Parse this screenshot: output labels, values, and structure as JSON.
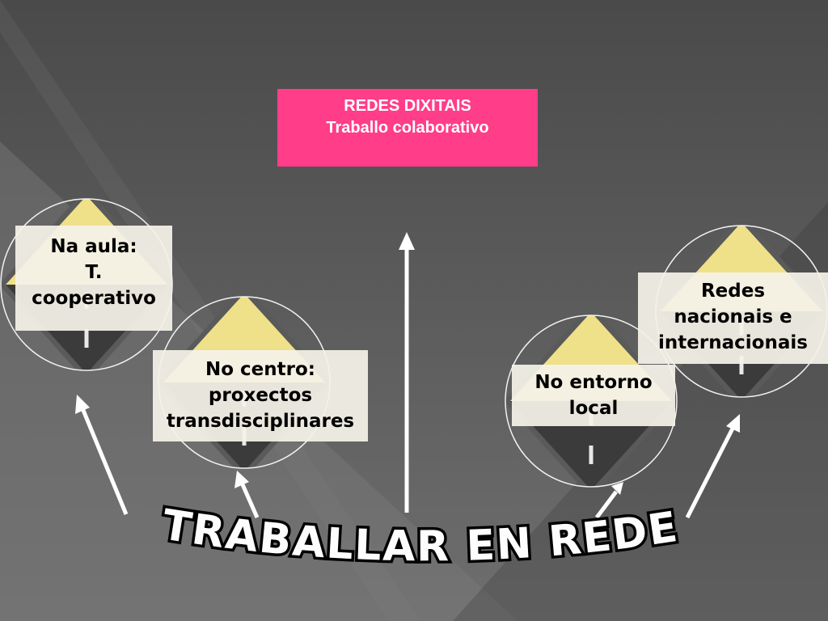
{
  "top_box": {
    "line1": "REDES DIXITAIS",
    "line2": "Traballo colaborativo",
    "color": "#ff3d88"
  },
  "nodes": {
    "aula": {
      "line1": "Na aula:",
      "line2": "T.",
      "line3": "cooperativo"
    },
    "centro": {
      "line1": "No centro:",
      "line2": "proxectos",
      "line3": "transdisciplinares"
    },
    "entorno": {
      "line1": "No entorno",
      "line2": "local"
    },
    "redes": {
      "line1": "Redes",
      "line2": "nacionais e",
      "line3": "internacionais"
    }
  },
  "main_title": "TRABALLAR EN REDE",
  "colors": {
    "sign_yellow": "#efe08a",
    "sign_dark": "#3d3d3d",
    "arrow": "#ffffff",
    "background": "#5b5b5b"
  },
  "icons": [
    "road-sign-icon",
    "arrow-up-icon"
  ]
}
